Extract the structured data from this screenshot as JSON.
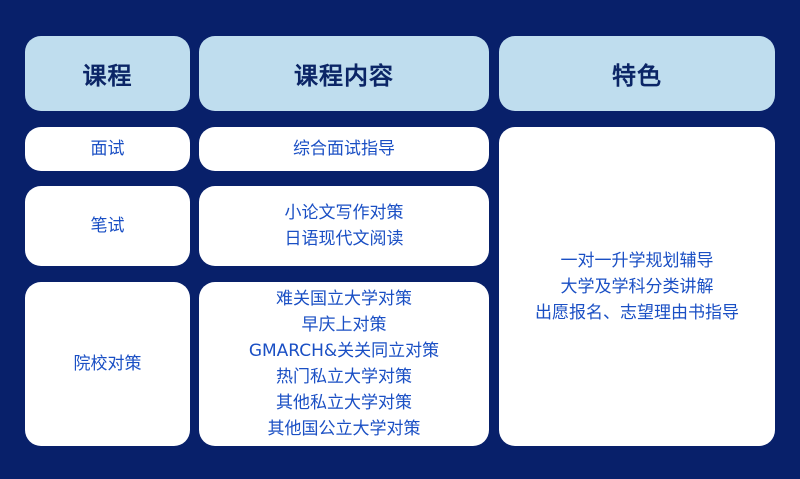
{
  "colors": {
    "background": "#08206a",
    "header_bg": "#bfddee",
    "header_text": "#0b2566",
    "cell_bg": "#ffffff",
    "cell_text": "#1a4fc4"
  },
  "table": {
    "headers": [
      "课程",
      "课程内容",
      "特色"
    ],
    "rows": [
      {
        "course": "面试",
        "content": [
          "综合面试指导"
        ]
      },
      {
        "course": "笔试",
        "content": [
          "小论文写作对策",
          "日语现代文阅读"
        ]
      },
      {
        "course": "院校对策",
        "content": [
          "难关国立大学对策",
          "早庆上对策",
          "GMARCH&关关同立对策",
          "热门私立大学对策",
          "其他私立大学对策",
          "其他国公立大学对策"
        ]
      }
    ],
    "features": [
      "一对一升学规划辅导",
      "大学及学科分类讲解",
      "出愿报名、志望理由书指导"
    ]
  }
}
